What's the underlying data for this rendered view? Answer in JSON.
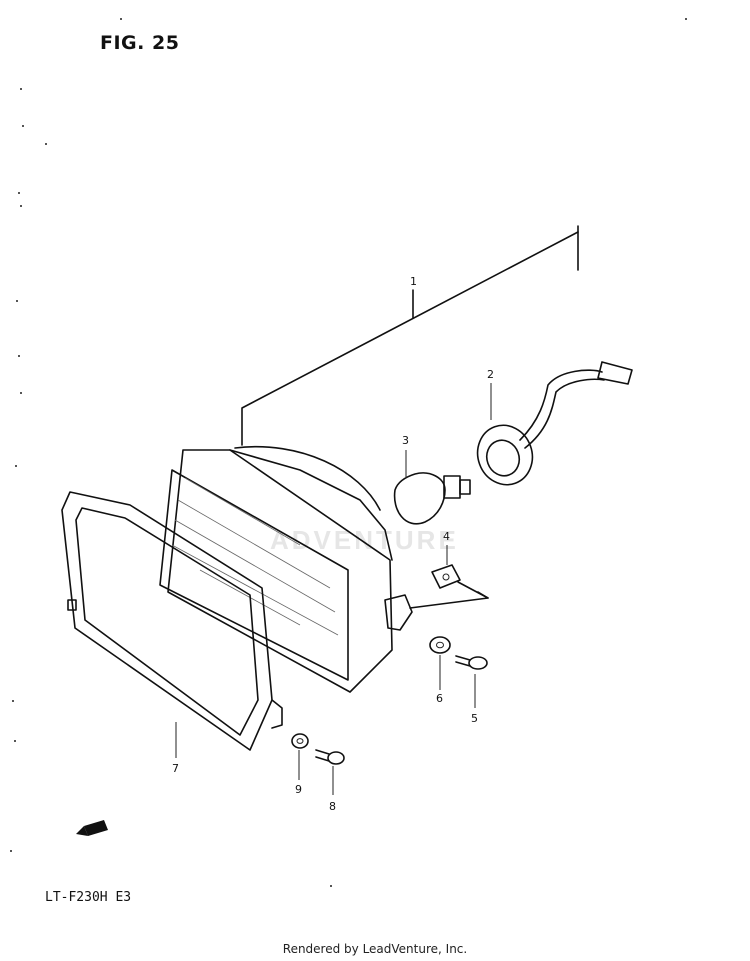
{
  "title": "FIG. 25",
  "model": "LT-F230H E3",
  "footer": "Rendered by LeadVenture, Inc.",
  "watermark": "ADVENTURE",
  "callouts": [
    "1",
    "2",
    "3",
    "4",
    "5",
    "6",
    "7",
    "8",
    "9"
  ],
  "colors": {
    "ink": "#111111",
    "background": "#ffffff",
    "watermark": "#e6e6e6"
  }
}
